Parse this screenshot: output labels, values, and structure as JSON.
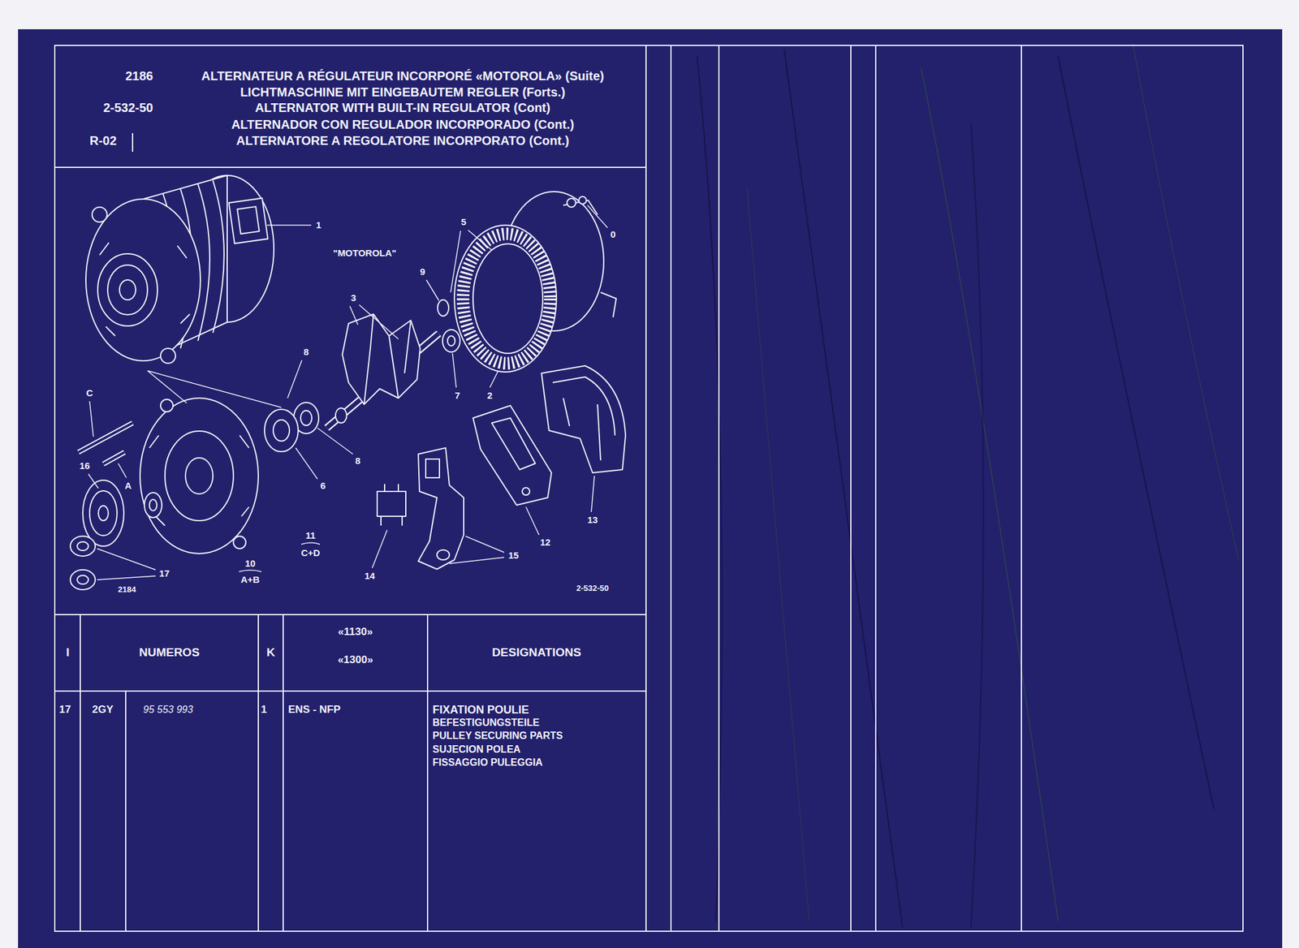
{
  "diagram": {
    "nodes": [
      {
        "text": [
          "2186",
          "2-532-50",
          "R-02",
          "ALTERNATEUR A RÉGULATEUR INCORPORÉ «MOTOROLA» (Suite)",
          "LICHTMASCHINE MIT EINGEBAUTEM REGLER (Forts.)",
          "ALTERNATOR WITH BUILT-IN REGULATOR (Cont)",
          "ALTERNADOR CON REGULADOR INCORPORADO (Cont.)",
          "ALTERNATORE A REGOLATORE INCORPORATO (Cont.)"
        ]
      }
    ],
    "labels": [
      "1",
      "\"MOTOROLA\"",
      "5",
      "0",
      "9",
      "3",
      "8",
      "7",
      "2",
      "C",
      "16",
      "A",
      "8",
      "6",
      "13",
      "12",
      "15",
      "11",
      "C+D",
      "10",
      "A+B",
      "17",
      "14",
      "2184",
      "2-532-50",
      "I",
      "NUMEROS",
      "K",
      "«1130»",
      "«1300»",
      "DESIGNATIONS",
      "17",
      "2GY",
      "95 553 993",
      "1",
      "ENS - NFP",
      "FIXATION POULIE",
      "BEFESTIGUNGSTEILE",
      "PULLEY SECURING PARTS",
      "SUJECION POLEA",
      "FISSAGGIO PULEGGIA"
    ]
  }
}
